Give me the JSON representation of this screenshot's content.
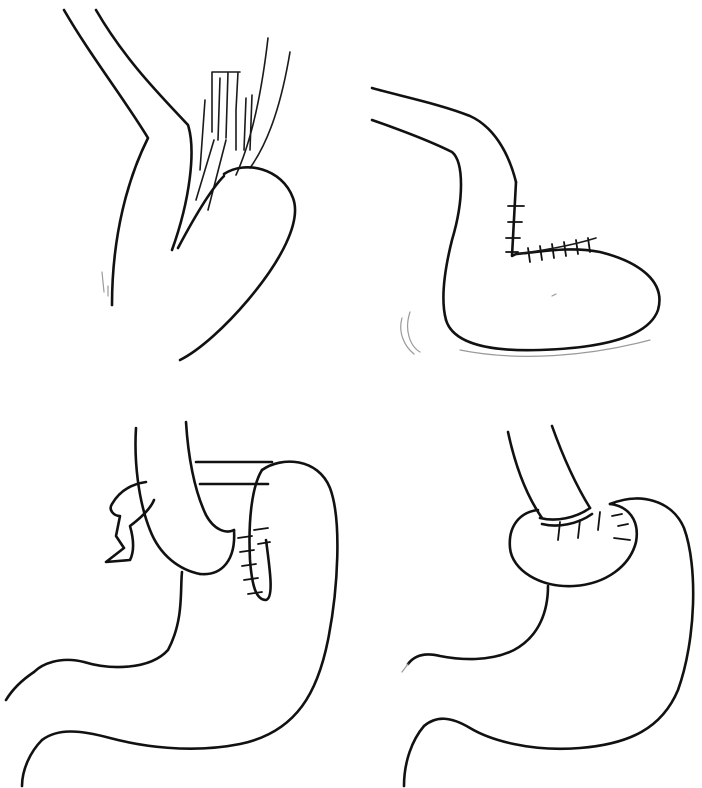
{
  "figure": {
    "panels": [
      {
        "id": "top-left",
        "depicts": "esophagus-and-gastric-fundus-before-wrap"
      },
      {
        "id": "top-right",
        "depicts": "sutured-fundus-pouch"
      },
      {
        "id": "bottom-left",
        "depicts": "fundus-passed-behind-esophagus-with-sutures"
      },
      {
        "id": "bottom-right",
        "depicts": "completed-fundoplication-wrap"
      }
    ],
    "colors": {
      "background": "#ffffff",
      "ink": "#111111",
      "faint_ink": "#9a9a9a"
    }
  }
}
